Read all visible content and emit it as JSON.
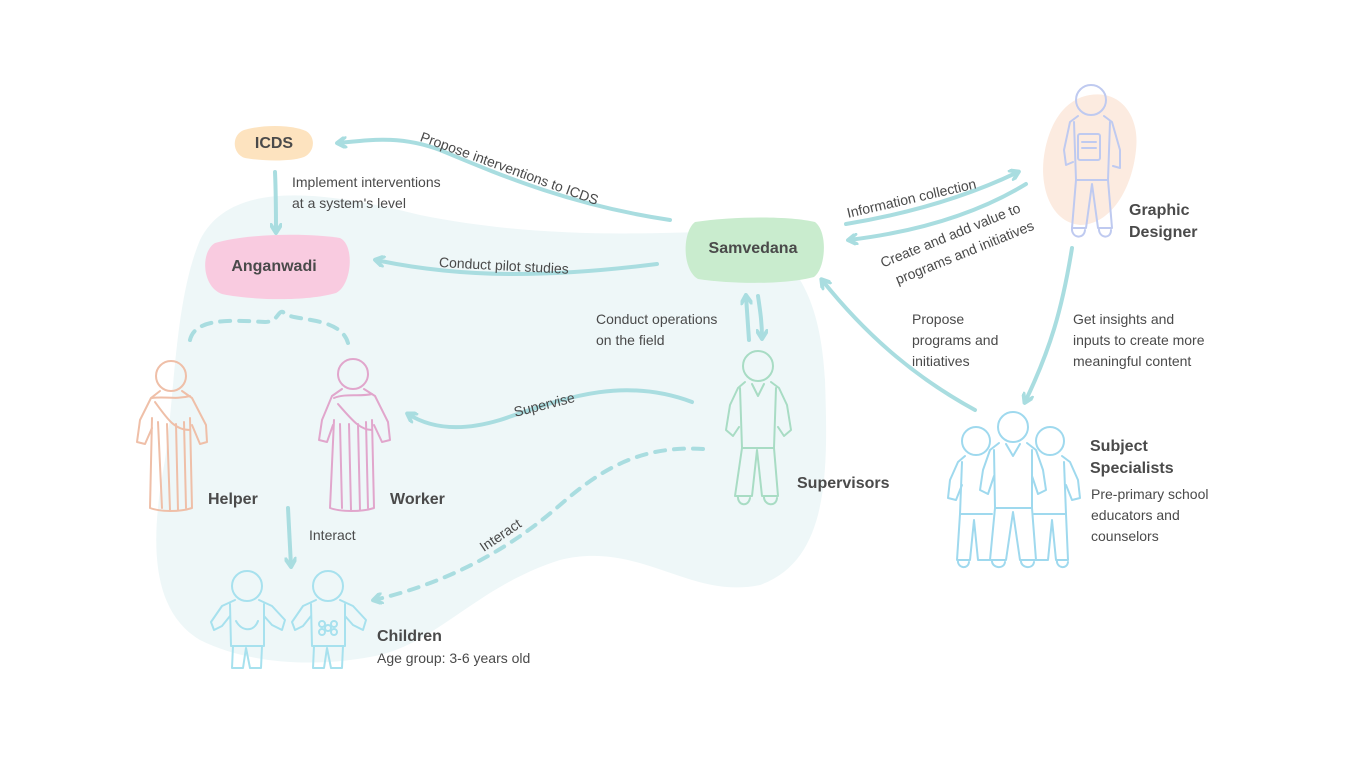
{
  "nodes": {
    "icds": "ICDS",
    "anganwadi": "Anganwadi",
    "samvedana": "Samvedana"
  },
  "roles": {
    "helper": "Helper",
    "worker": "Worker",
    "supervisors": "Supervisors",
    "children": "Children",
    "children_sub": "Age group: 3-6 years old",
    "graphic_designer": [
      "Graphic",
      "Designer"
    ],
    "subject_specialists": [
      "Subject",
      "Specialists"
    ],
    "subject_specialists_sub": [
      "Pre-primary school",
      "educators and",
      "counselors"
    ]
  },
  "edges": {
    "propose_icds": "Propose interventions to ICDS",
    "implement": [
      "Implement interventions",
      "at a system's level"
    ],
    "pilot": "Conduct pilot studies",
    "information": "Information collection",
    "create_value": [
      "Create and add value to",
      "programs and initiatives"
    ],
    "operations": [
      "Conduct operations",
      "on the field"
    ],
    "propose_programs": [
      "Propose",
      "programs and",
      "initiatives"
    ],
    "insights": [
      "Get insights and",
      "inputs to create more",
      "meaningful content"
    ],
    "supervise": "Supervise",
    "interact_helper": "Interact",
    "interact_supervisor": "Interact"
  },
  "colors": {
    "arrow": "#a9dde0",
    "blob": "#eef7f8",
    "icds_fill": "#fde3bf",
    "anganwadi_fill": "#f9cbe0",
    "samvedana_fill": "#c9ecce",
    "designer_blob": "#fcebe0",
    "helper_stroke": "#efbfa8",
    "worker_stroke": "#e1a6cc",
    "supervisor_stroke": "#a8dcc4",
    "children_stroke": "#a7e1ee",
    "designer_stroke": "#bfcaf0",
    "specialist_stroke": "#9fd9ee"
  }
}
